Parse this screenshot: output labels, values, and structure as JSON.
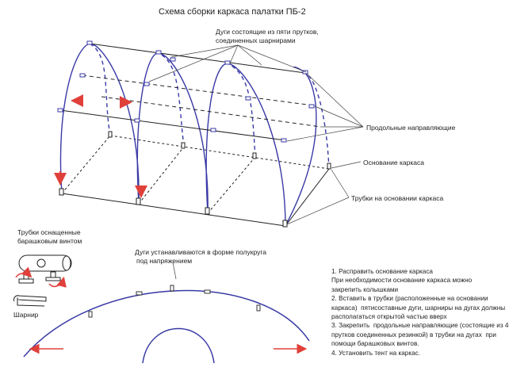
{
  "title": "Схема сборки каркаса палатки ПБ-2",
  "labels": {
    "arcs_line1": "Дуги состоящие из пяти прутков,",
    "arcs_line2": "соединенных шарнирами",
    "longitudinal": "Продольные направляющие",
    "base": "Основание каркаса",
    "base_tubes": "Трубки на основании каркаса",
    "thumbscrew_line1": "Трубки  оснащенные",
    "thumbscrew_line2": "барашковым винтом",
    "hinge": "Шарнир",
    "semicircle_line1": "Дуги устанавливаются в форме  полукруга",
    "semicircle_line2": "под напряжением"
  },
  "instructions": [
    "1. Расправить основание каркаса",
    "При необходимости основание каркаса можно",
    "закрепить колышками",
    "2. Вставить в трубки (расположенные на основании",
    "каркаса)  пятисоставные дуги, шарниры на дугах должны",
    "располагаться открытой частью вверх",
    "3. Закрепить  продольные направляющие (состоящие из 4",
    "прутков соединенных резинкой) в трубки на дугах  при",
    "помощи барашковых винтов.",
    "4. Установить тент на каркас."
  ],
  "colors": {
    "arc": "#3a3aa6",
    "frame": "#222222",
    "arrow": "#e0403a",
    "hinge_fill": "#ffffff"
  }
}
